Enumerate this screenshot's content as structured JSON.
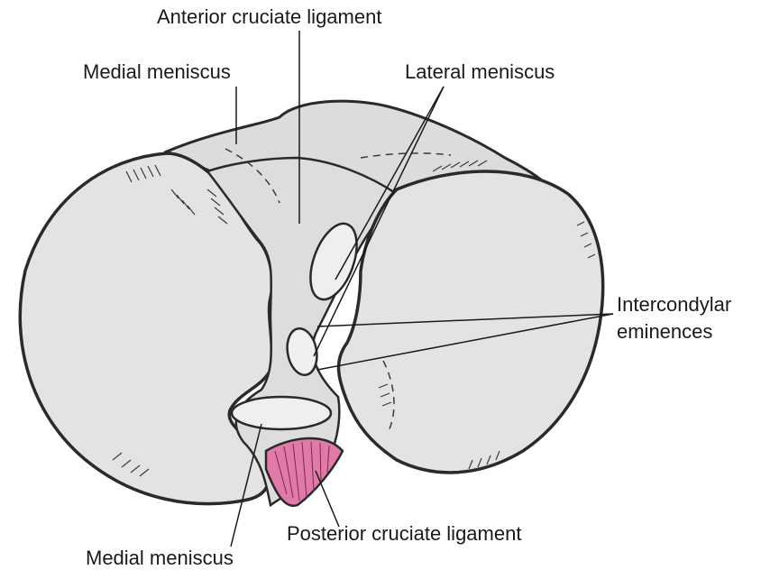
{
  "labels": {
    "anterior_cruciate_ligament": "Anterior cruciate ligament",
    "medial_meniscus_top": "Medial meniscus",
    "lateral_meniscus": "Lateral meniscus",
    "intercondylar_line1": "Intercondylar",
    "intercondylar_line2": "eminences",
    "posterior_cruciate_ligament": "Posterior cruciate ligament",
    "medial_meniscus_bottom": "Medial meniscus"
  },
  "colors": {
    "bone_fill": "#e3e3e3",
    "outline": "#2a2a2a",
    "pcl_fill": "#e07aa8",
    "background": "#ffffff"
  }
}
